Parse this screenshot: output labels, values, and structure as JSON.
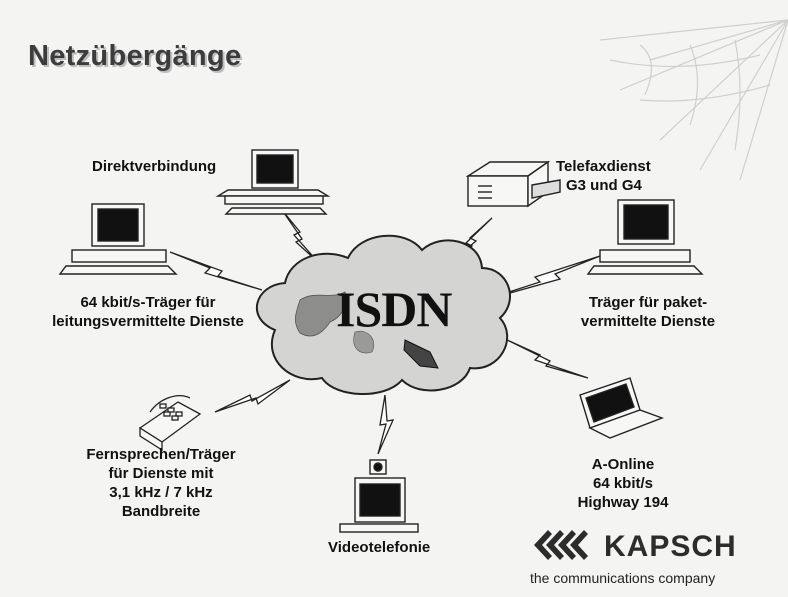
{
  "title": "Netzübergänge",
  "center": {
    "label": "ISDN"
  },
  "nodes": {
    "direct": "Direktverbindung",
    "fax_line1": "Telefaxdienst",
    "fax_line2": "G3  und G4",
    "carrier_line1": "64 kbit/s-Träger für",
    "carrier_line2": "leitungsvermittelte Dienste",
    "packet_line1": "Träger für paket-",
    "packet_line2": "vermittelte Dienste",
    "phone_line1": "Fernsprechen/Träger",
    "phone_line2": "für Dienste mit",
    "phone_line3": "3,1 kHz / 7 kHz",
    "phone_line4": "Bandbreite",
    "online_line1": "A-Online",
    "online_line2": "64 kbit/s",
    "online_line3": "Highway 194",
    "video": "Videotelefonie"
  },
  "brand": {
    "name": "KAPSCH",
    "tagline": "the communications company"
  }
}
